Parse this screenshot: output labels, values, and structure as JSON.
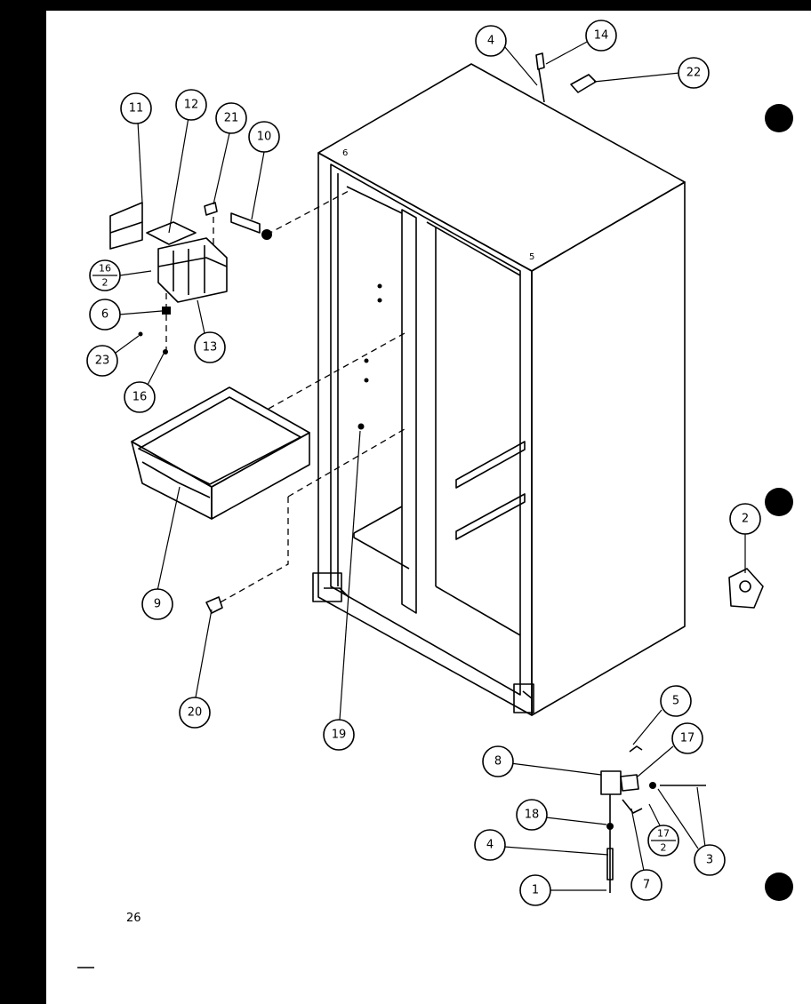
{
  "page_number": "26",
  "callouts": [
    "4",
    "14",
    "22",
    "11",
    "12",
    "21",
    "10",
    "16",
    "2",
    "6",
    "23",
    "13",
    "16",
    "9",
    "2",
    "20",
    "19",
    "5",
    "17",
    "8",
    "18",
    "17",
    "2",
    "4",
    "3",
    "1",
    "7"
  ]
}
